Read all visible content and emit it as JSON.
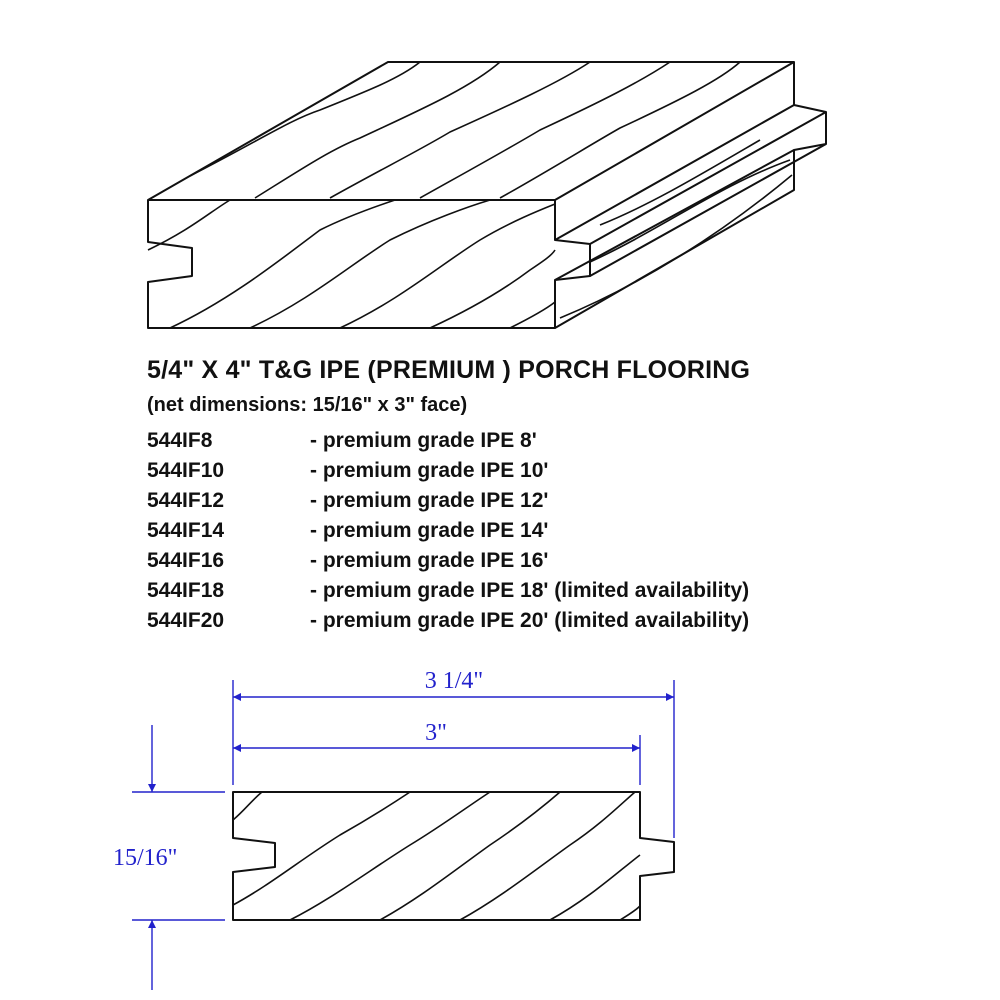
{
  "title": "5/4\" X 4\" T&G IPE (PREMIUM ) PORCH FLOORING",
  "subtitle": "(net dimensions: 15/16\" x 3\" face)",
  "products": [
    {
      "code": "544IF8",
      "description": "- premium grade IPE 8'"
    },
    {
      "code": "544IF10",
      "description": "- premium grade IPE 10'"
    },
    {
      "code": "544IF12",
      "description": "- premium grade IPE 12'"
    },
    {
      "code": "544IF14",
      "description": "- premium grade IPE 14'"
    },
    {
      "code": "544IF16",
      "description": "- premium grade IPE 16'"
    },
    {
      "code": "544IF18",
      "description": "- premium grade IPE 18' (limited availability)"
    },
    {
      "code": "544IF20",
      "description": "- premium grade IPE 20' (limited availability)"
    }
  ],
  "dimensions": {
    "overall_width": "3 1/4\"",
    "face_width": "3\"",
    "thickness": "15/16\""
  },
  "colors": {
    "line": "#111111",
    "dimension": "#2222cc"
  }
}
